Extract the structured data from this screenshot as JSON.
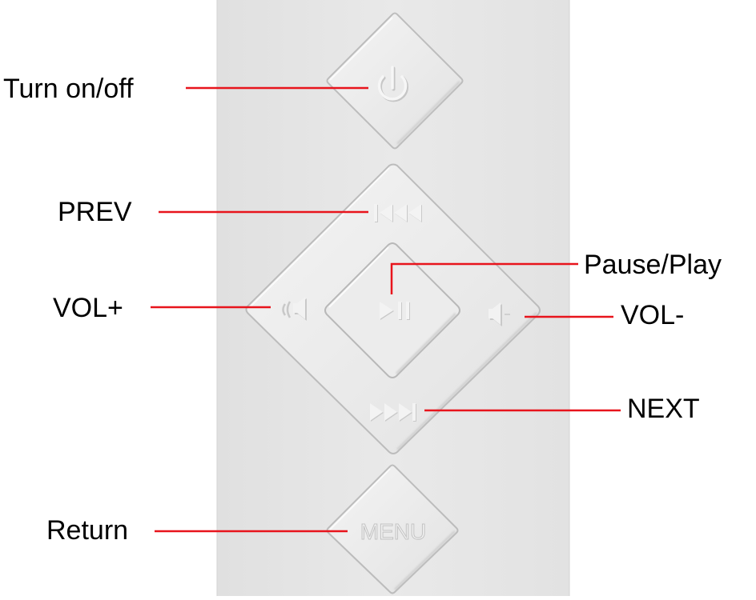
{
  "colors": {
    "panel": "#e6e6e6",
    "panel_edge": "#d6d6d6",
    "button_face": "#e9e9e9",
    "button_highlight": "#fbfbfb",
    "button_shadow": "#b9b9b9",
    "embossed_glyph": "#f4f4f4",
    "glyph_shadow": "#c4c4c4",
    "callout_line": "#e8141c",
    "label_text": "#000000"
  },
  "icons": {
    "power": "power-icon",
    "prev": "skip-previous-icon",
    "play_pause": "play-pause-icon",
    "vol_up": "speaker-volume-up-icon",
    "vol_down": "speaker-volume-down-icon",
    "next": "skip-next-icon"
  },
  "buttons": {
    "menu_label": "MENU"
  },
  "labels": {
    "power": "Turn on/off",
    "prev": "PREV",
    "play_pause": "Pause/Play",
    "vol_up": "VOL+",
    "vol_down": "VOL-",
    "next": "NEXT",
    "return": "Return"
  }
}
